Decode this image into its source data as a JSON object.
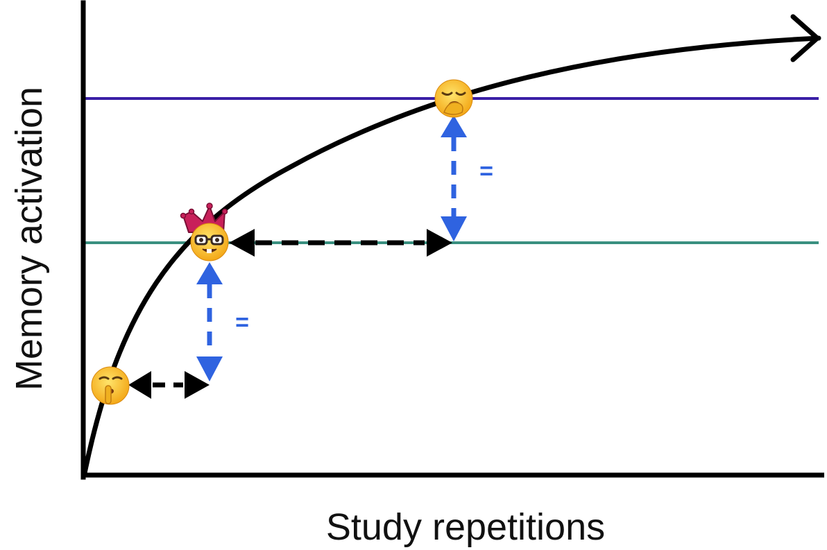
{
  "diagram": {
    "xlabel": "Study repetitions",
    "ylabel": "Memory activation",
    "equals_upper": "=",
    "equals_lower": "=",
    "markers": {
      "low": "shushing-face",
      "mid": "nerd-face-with-crown",
      "high": "yawning-face"
    },
    "colors": {
      "curve": "#000000",
      "high_threshold": "#3a1fa6",
      "mid_threshold": "#3a9080",
      "vertical_arrows": "#2f63e0",
      "horizontal_arrows": "#000000",
      "crown": "#c8205a"
    }
  }
}
